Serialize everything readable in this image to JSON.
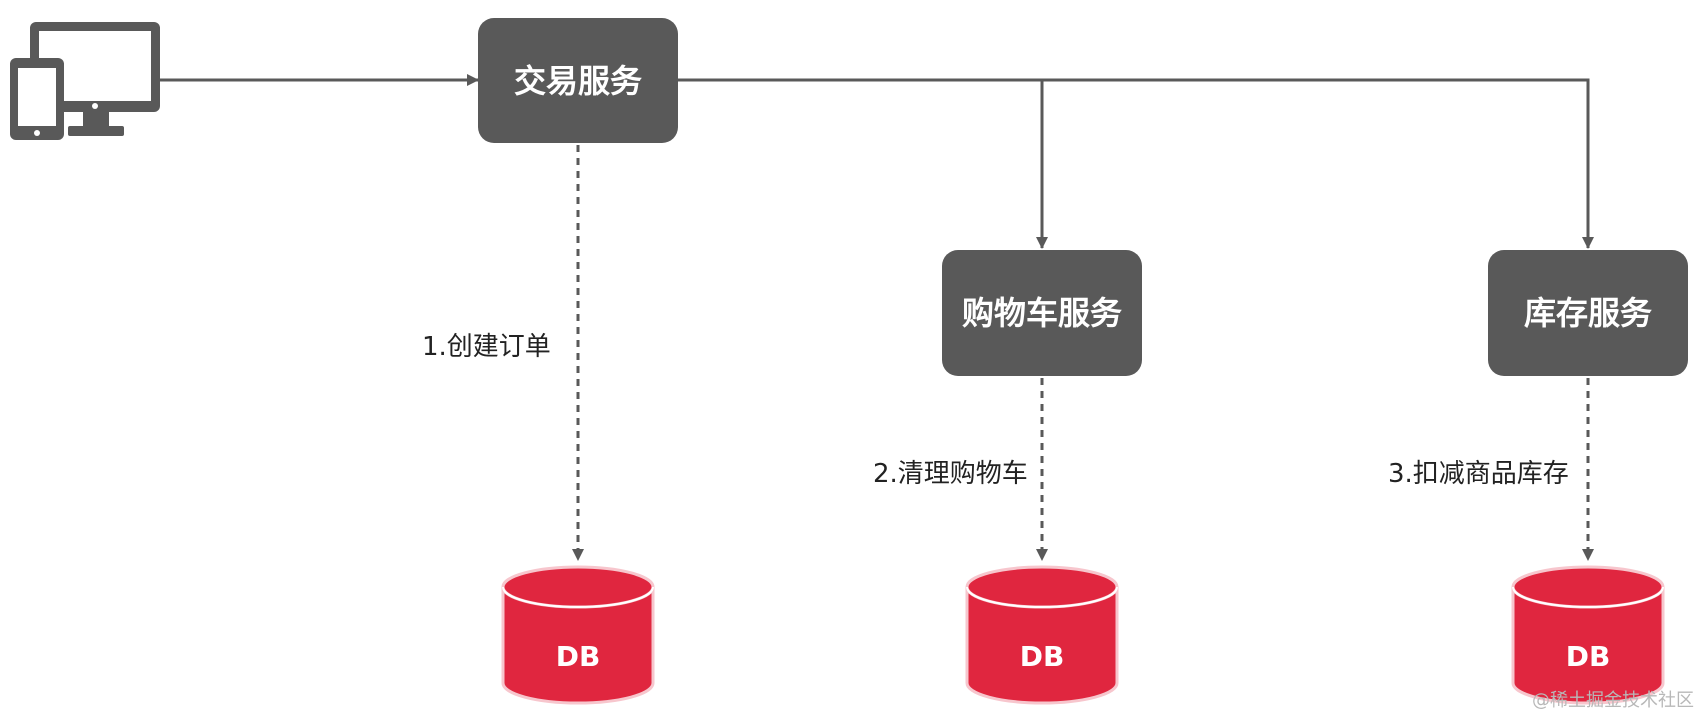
{
  "services": {
    "trade": "交易服务",
    "cart": "购物车服务",
    "inventory": "库存服务"
  },
  "steps": {
    "create_order": "1.创建订单",
    "clear_cart": "2.清理购物车",
    "deduct_stock": "3.扣减商品库存"
  },
  "databases": {
    "db1": "DB",
    "db2": "DB",
    "db3": "DB"
  },
  "watermark": "@稀土掘金技术社区",
  "colors": {
    "service_box": "#595959",
    "arrow": "#595959",
    "db_fill": "#e0263f",
    "db_border": "#f7c6cd",
    "text": "#222222"
  },
  "icons": {
    "client": "devices-icon"
  }
}
